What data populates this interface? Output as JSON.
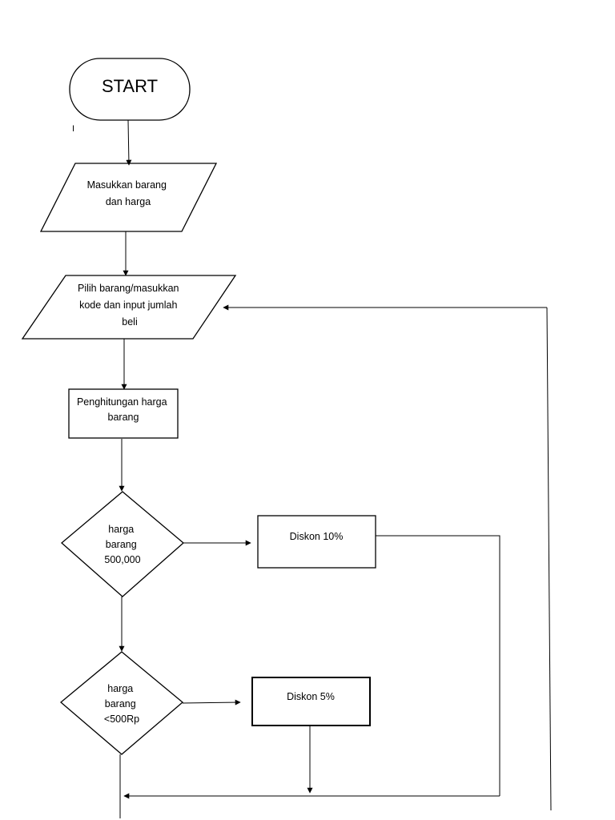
{
  "nodes": {
    "start": {
      "label": "START"
    },
    "input_goods": {
      "lines": [
        "Masukkan barang",
        "dan harga"
      ]
    },
    "select_goods": {
      "lines": [
        "Pilih barang/masukkan",
        "kode dan input jumlah",
        "beli"
      ]
    },
    "calc_price": {
      "lines": [
        "Penghitungan harga",
        "barang"
      ]
    },
    "decision_500000": {
      "lines": [
        "harga",
        "barang",
        "500,000"
      ]
    },
    "discount_10": {
      "label": "Diskon 10%"
    },
    "decision_500rp": {
      "lines": [
        "harga",
        "barang",
        "<500Rp"
      ]
    },
    "discount_5": {
      "label": "Diskon 5%"
    }
  },
  "stray_mark": "I",
  "colors": {
    "stroke": "#000000",
    "background": "#ffffff"
  }
}
